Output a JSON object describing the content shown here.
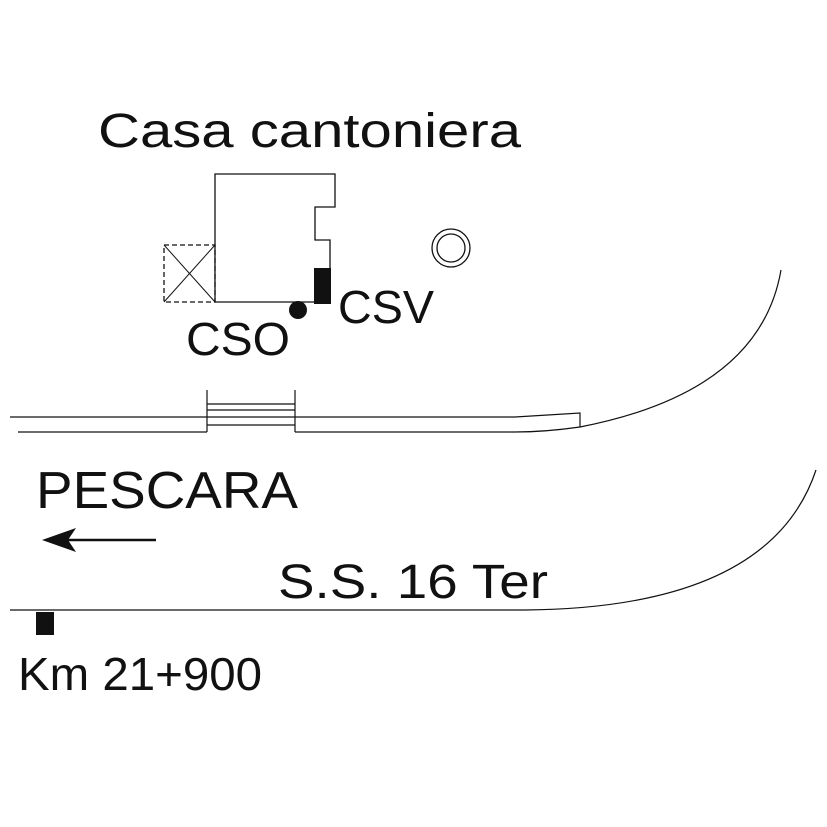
{
  "labels": {
    "building": "Casa cantoniera",
    "cso": "CSO",
    "csv": "CSV",
    "direction": "PESCARA",
    "road": "S.S. 16 Ter",
    "milestone": "Km 21+900"
  },
  "colors": {
    "ink": "#111111",
    "background": "#ffffff"
  }
}
